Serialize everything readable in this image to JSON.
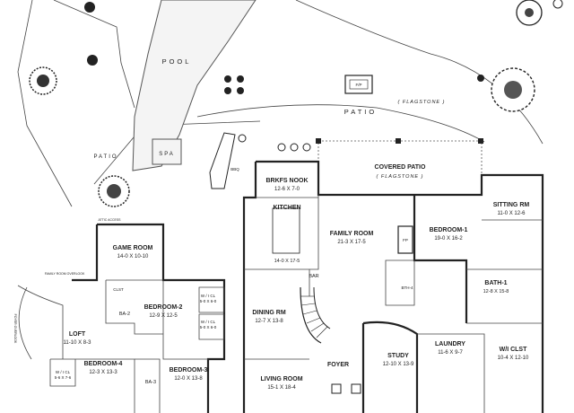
{
  "outdoor": {
    "pool": "POOL",
    "spa": "SPA",
    "patio_left": "PATIO",
    "patio_right": "PATIO",
    "flagstone_top": "( FLAGSTONE )",
    "fp_outdoor": "F/P",
    "bbq": "BBQ"
  },
  "covered_patio": {
    "name": "COVERED PATIO",
    "note": "( FLAGSTONE )"
  },
  "rooms": {
    "brkfs_nook": {
      "name": "BRKFS NOOK",
      "dim": "12-6 X 7-0"
    },
    "kitchen": {
      "name": "KITCHEN",
      "dim": "14-0 X 17-5"
    },
    "family_room": {
      "name": "FAMILY ROOM",
      "dim": "21-3 X 17-5"
    },
    "bedroom1": {
      "name": "BEDROOM-1",
      "dim": "19-0 X 16-2"
    },
    "sitting_rm": {
      "name": "SITTING RM",
      "dim": "11-0 X 12-6"
    },
    "game_room": {
      "name": "GAME ROOM",
      "dim": "14-0 X 10-10"
    },
    "bedroom2": {
      "name": "BEDROOM-2",
      "dim": "12-9 X 12-5"
    },
    "bedroom3": {
      "name": "BEDROOM-3",
      "dim": "12-0 X 13-8"
    },
    "bedroom4": {
      "name": "BEDROOM-4",
      "dim": "12-3 X 13-3"
    },
    "loft": {
      "name": "LOFT",
      "dim": "11-10 X 8-3"
    },
    "dining_rm": {
      "name": "DINING RM",
      "dim": "12-7 X 13-8"
    },
    "living_room": {
      "name": "LIVING ROOM",
      "dim": "15-1 X 18-4"
    },
    "foyer": {
      "name": "FOYER"
    },
    "study": {
      "name": "STUDY",
      "dim": "12-10 X 13-9"
    },
    "laundry": {
      "name": "LAUNDRY",
      "dim": "11-6 X 9-7"
    },
    "wi_clst": {
      "name": "W/I CLST",
      "dim": "10-4 X 12-10"
    },
    "bath1": {
      "name": "BATH-1",
      "dim": "12-8 X 15-8"
    }
  },
  "small_labels": {
    "ba2": "BA-2",
    "ba3": "BA-3",
    "bth4": "BTH-4",
    "bar": "BAR",
    "fp": "FP",
    "clst": "CLST",
    "wic_a_title": "W / I CL",
    "wic_a_dim": "5-0 X 6-0",
    "wic_b_title": "W / I CL",
    "wic_b_dim": "5-0 X 6-0",
    "wic_c_title": "W / I CL",
    "wic_c_dim": "5-6 X 7-6",
    "attic": "ATTIC ACCESS",
    "overlook": "FAMILY ROOM OVERLOOK",
    "foyer_overlook": "FOYER OVERLOOK"
  },
  "colors": {
    "wall": "#222222",
    "pool_fill": "#f4f4f4",
    "paper": "#ffffff"
  }
}
